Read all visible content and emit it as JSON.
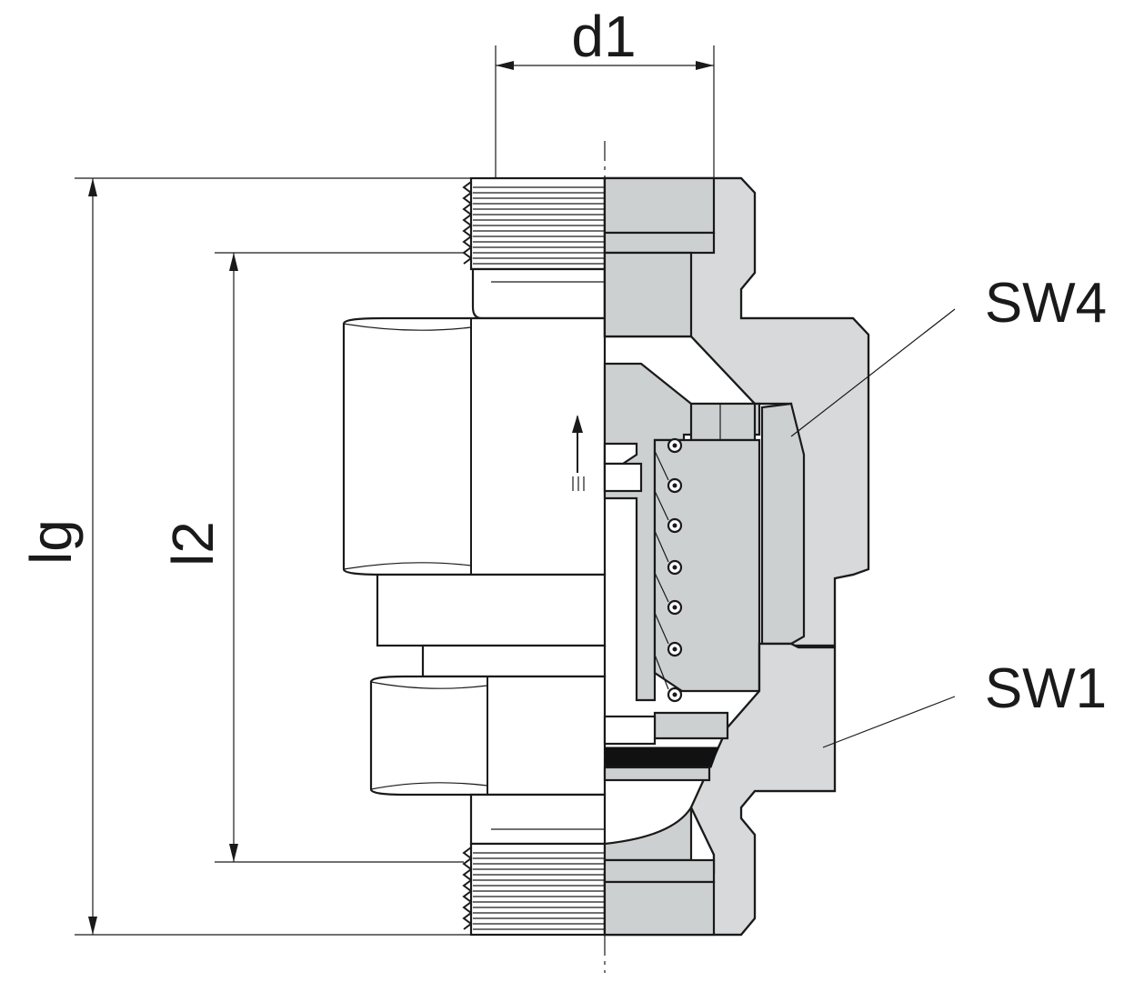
{
  "labels": {
    "d1": "d1",
    "lg": "lg",
    "l2": "l2",
    "sw4": "SW4",
    "sw1": "SW1"
  },
  "colors": {
    "line": "#1a1a1a",
    "section_fill": "#d7d9da",
    "seal": "#111111",
    "background": "#ffffff"
  }
}
